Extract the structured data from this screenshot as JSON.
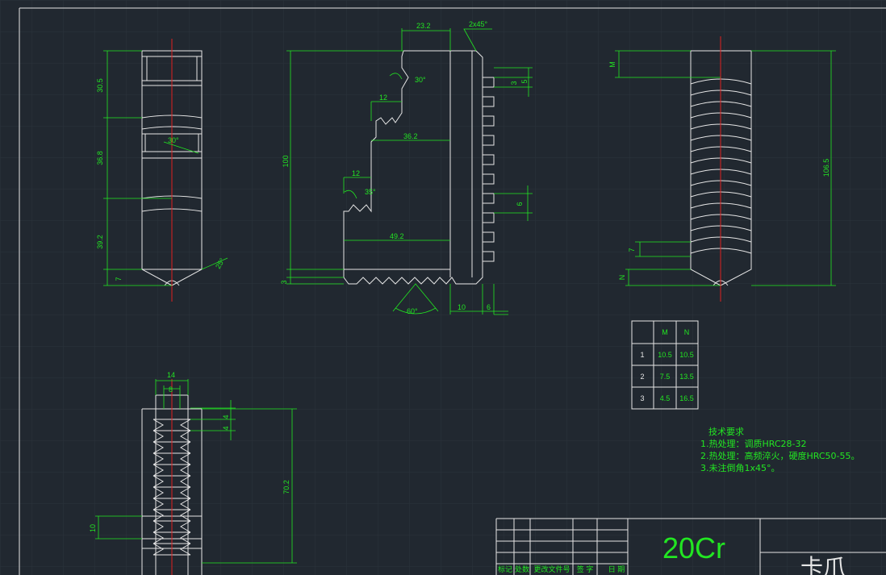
{
  "colors": {
    "background": "#212830",
    "geometry": "#e6e6e6",
    "dimension": "#22e622",
    "centerline": "#e02020",
    "grid": "#2c333c"
  },
  "view_left": {
    "dims": {
      "d1": "30.5",
      "d2": "36.8",
      "d3": "39.2",
      "d4": "7",
      "angle": "30°",
      "chamfer": "25°"
    }
  },
  "view_front": {
    "dims": {
      "width_top": "23.2",
      "chamfer_top": "2x45°",
      "height": "100",
      "angle1": "30°",
      "step1": "12",
      "len1": "36.2",
      "step2": "12",
      "angle2": "35°",
      "len2": "49.2",
      "tooth_angle": "60°",
      "w10": "10",
      "w6": "6",
      "s3": "3",
      "t3": "3",
      "t5": "5",
      "t6": "6"
    }
  },
  "view_right": {
    "dims": {
      "m": "M",
      "height": "106.5",
      "s7": "7",
      "n": "N"
    }
  },
  "view_bottom": {
    "dims": {
      "w14": "14",
      "w8": "8",
      "p4a": "4",
      "p4b": "4",
      "h70": "70.2",
      "h10": "10"
    }
  },
  "mn_table": {
    "headers": [
      "",
      "M",
      "N"
    ],
    "rows": [
      [
        "1",
        "10.5",
        "10.5"
      ],
      [
        "2",
        "7.5",
        "13.5"
      ],
      [
        "3",
        "4.5",
        "16.5"
      ]
    ]
  },
  "tech": {
    "title": "技术要求",
    "items": [
      "1.热处理：调质HRC28-32",
      "2.热处理：高频淬火，硬度HRC50-55。",
      "3.未注倒角1x45°。"
    ]
  },
  "title_block": {
    "material": "20Cr",
    "part_name": "卡爪",
    "col_labels": [
      "标记",
      "处数",
      "更改文件号",
      "签 字",
      "日 期"
    ]
  }
}
